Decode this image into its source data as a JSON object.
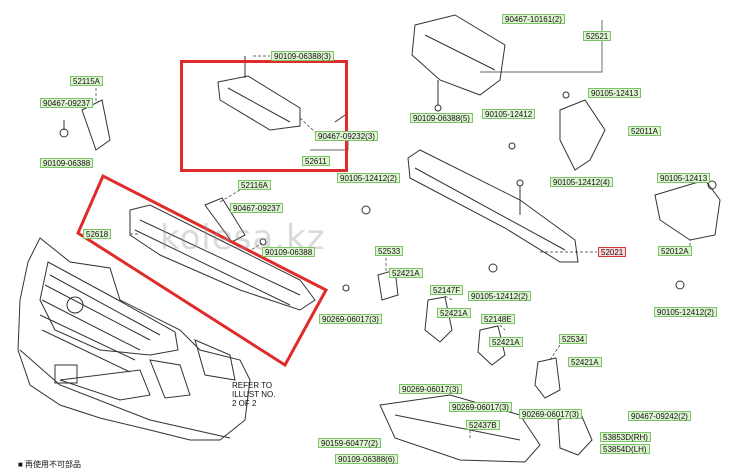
{
  "watermark": "kolesa.kz",
  "note_refer": "REFER TO\nILLUST NO.\n2 OF 2",
  "footer_note": "■ 再使用不可部品",
  "colors": {
    "label_fill": "#dff5d2",
    "label_border": "#7cc46a",
    "highlight": "#e02b2b",
    "drawing": "#333333"
  },
  "labels": {
    "l_90467_10161": "90467-10161(2)",
    "l_52521": "52521",
    "l_90109_06388_3": "90109-06388(3)",
    "l_52115a": "52115A",
    "l_90467_09237_a": "90467-09237",
    "l_90109_06388_a": "90109-06388",
    "l_90467_09232": "90467-09232(3)",
    "l_52611": "52611",
    "l_90105_12413_a": "90105-12413",
    "l_90109_06388_5": "90109-06388(5)",
    "l_90105_12412_a": "90105-12412",
    "l_52011a": "52011A",
    "l_90105_12412_2a": "90105-12412(2)",
    "l_90105_12412_4": "90105-12412(4)",
    "l_90105_12413_b": "90105-12413",
    "l_52116a": "52116A",
    "l_90467_09237_b": "90467-09237",
    "l_52618": "52618",
    "l_90109_06388_b": "90109-06388",
    "l_52533": "52533",
    "l_52421a_1": "52421A",
    "l_52021": "52021",
    "l_52012a": "52012A",
    "l_90105_12412_2b": "90105-12412(2)",
    "l_52147f": "52147F",
    "l_90105_12412_b": "90105-12412(2)",
    "l_90269_06017_3a": "90269-06017(3)",
    "l_52421a_2": "52421A",
    "l_52148e": "52148E",
    "l_52421a_3": "52421A",
    "l_52534": "52534",
    "l_52421a_4": "52421A",
    "l_90269_06017_3b": "90269-06017(3)",
    "l_90269_06017_3c": "90269-06017(3)",
    "l_90269_06017_3d": "90269-06017(3)",
    "l_90467_09242": "90467-09242(2)",
    "l_52437b": "52437B",
    "l_90159_60477": "90159-60477(2)",
    "l_53853d": "53853D(RH)",
    "l_90109_06388_6": "90109-06388(6)",
    "l_53854d": "53854D(LH)"
  }
}
